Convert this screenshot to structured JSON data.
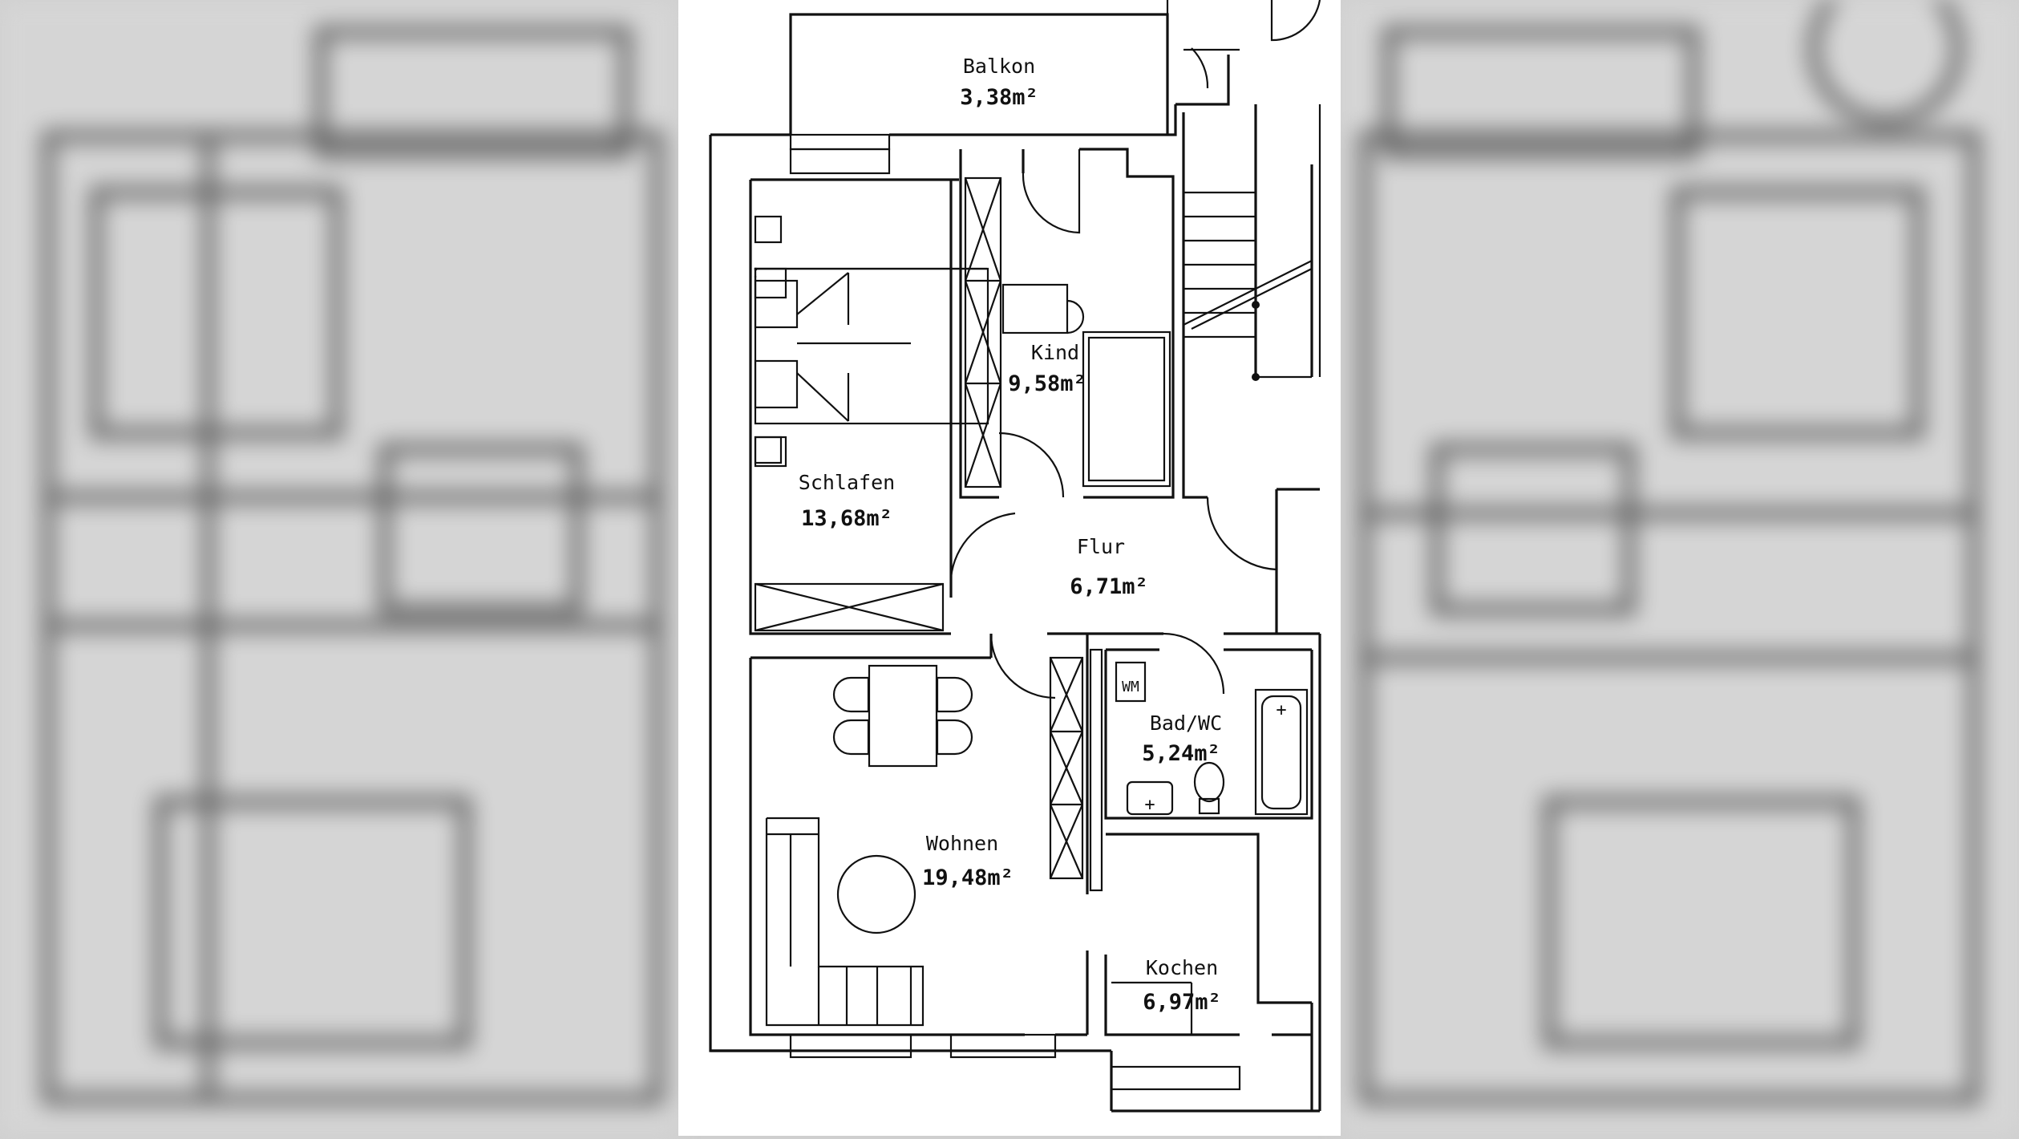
{
  "rooms": [
    {
      "id": "balkon",
      "name": "Balkon",
      "area": "3,38m²"
    },
    {
      "id": "kind",
      "name": "Kind",
      "area": "9,58m²"
    },
    {
      "id": "schlafen",
      "name": "Schlafen",
      "area": "13,68m²"
    },
    {
      "id": "flur",
      "name": "Flur",
      "area": "6,71m²"
    },
    {
      "id": "bad",
      "name": "Bad/WC",
      "area": "5,24m²"
    },
    {
      "id": "wohnen",
      "name": "Wohnen",
      "area": "19,48m²"
    },
    {
      "id": "kochen",
      "name": "Kochen",
      "area": "6,97m²"
    }
  ],
  "fixtures": {
    "washer_label": "WM"
  },
  "colors": {
    "line": "#111111",
    "paper": "#ffffff",
    "backdrop": "#cfcfcf"
  }
}
